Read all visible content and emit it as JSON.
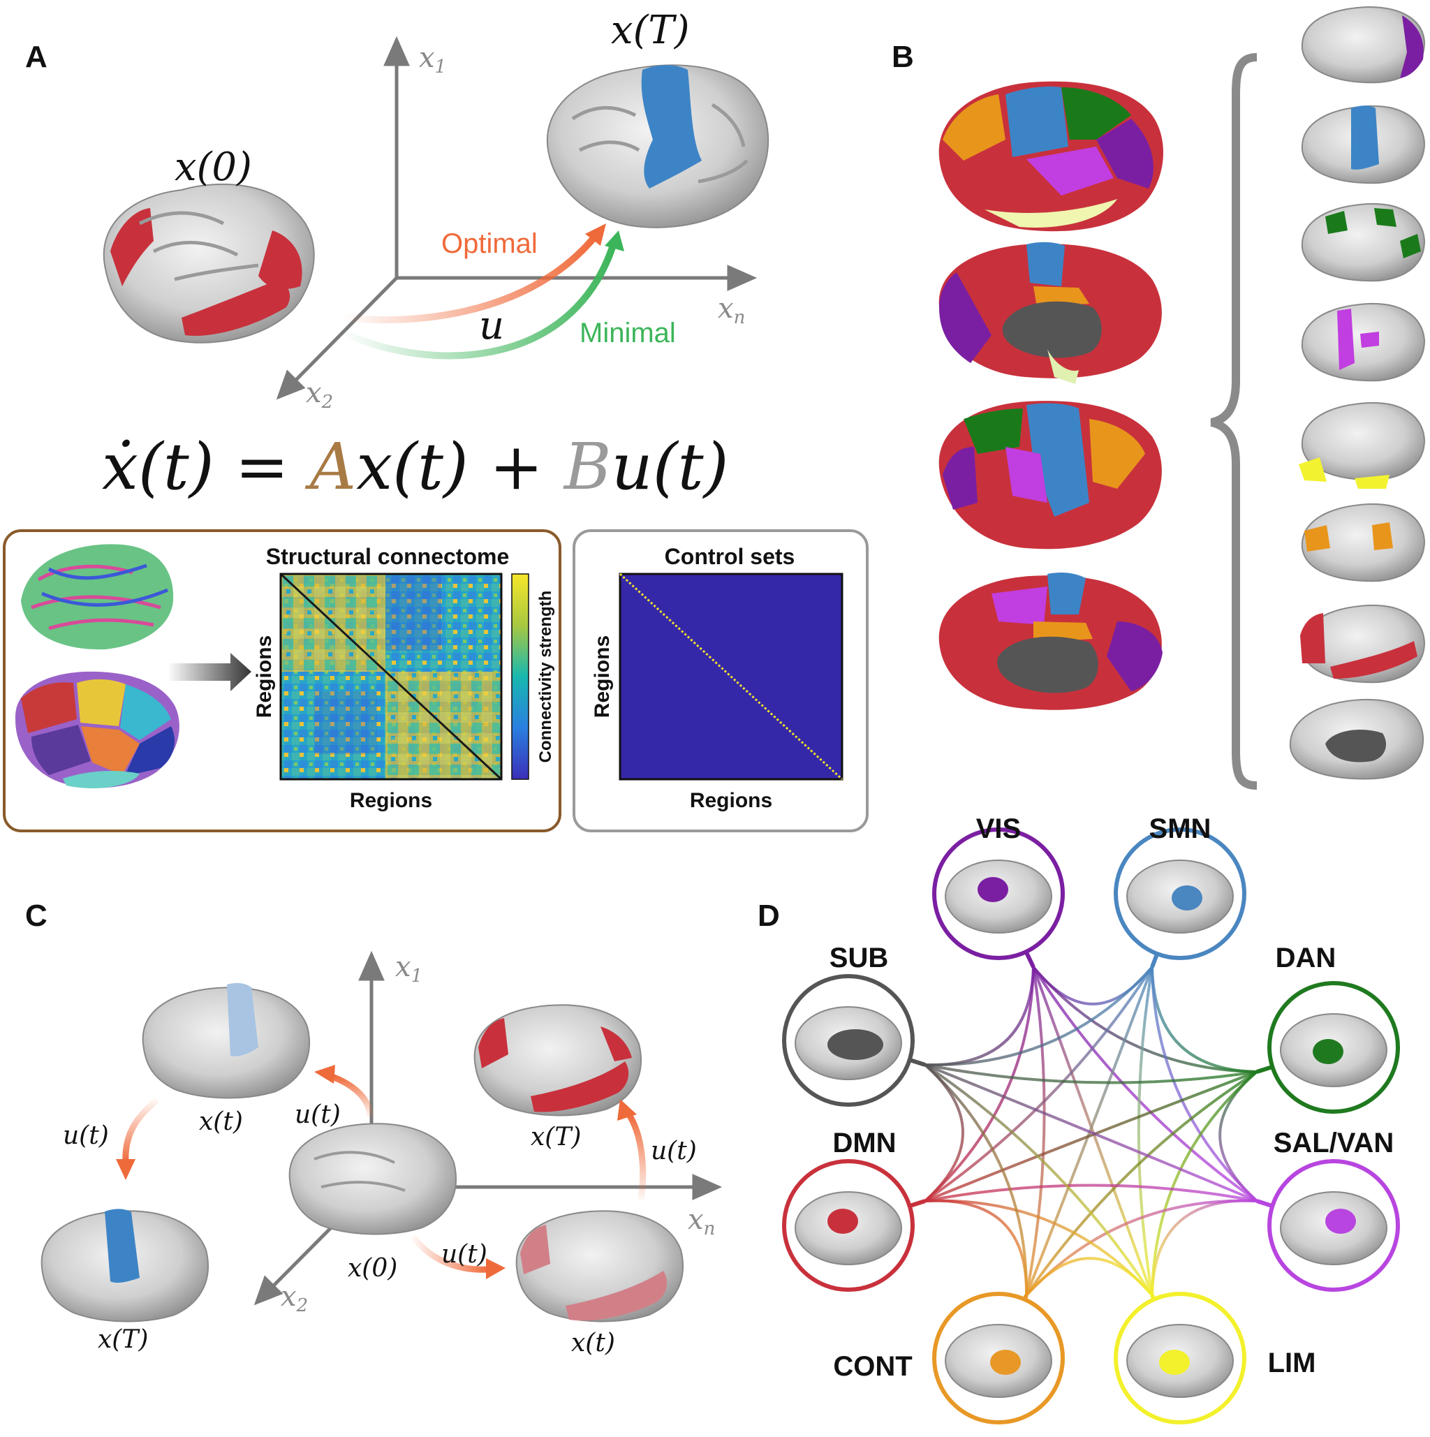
{
  "panels": {
    "a": "A",
    "b": "B",
    "c": "C",
    "d": "D"
  },
  "panel_a": {
    "state_initial": "x(0)",
    "state_target": "x(T)",
    "axis_x1": "x",
    "axis_x1_sub": "1",
    "axis_x2": "x",
    "axis_x2_sub": "2",
    "axis_xn": "x",
    "axis_xn_sub": "n",
    "optimal_label": "Optimal",
    "minimal_label": "Minimal",
    "control_label": "u",
    "equation": {
      "lhs": "ẋ(t)",
      "eq": "=",
      "a": "A",
      "ax": "x(t)",
      "plus": "+",
      "b": "B",
      "bu": "u(t)"
    },
    "connectome_box": {
      "title": "Structural connectome",
      "xlabel": "Regions",
      "ylabel": "Regions",
      "colorbar_label": "Connectivity strength"
    },
    "control_box": {
      "title": "Control sets",
      "xlabel": "Regions",
      "ylabel": "Regions"
    }
  },
  "panel_b": {
    "network_colors": [
      "#7b1fa2",
      "#3d84c6",
      "#1a7a1a",
      "#c13ee0",
      "#f2f230",
      "#e8951c",
      "#c8313c",
      "#555555"
    ]
  },
  "panel_c": {
    "axis_x1": "x",
    "axis_x1_sub": "1",
    "axis_x2": "x",
    "axis_x2_sub": "2",
    "axis_xn": "x",
    "axis_xn_sub": "n",
    "x0": "x(0)",
    "xt_top_left": "x(t)",
    "xT_bottom_left": "x(T)",
    "xT_top_right": "x(T)",
    "xt_bottom_right": "x(t)",
    "u_left": "u(t)",
    "u_center": "u(t)",
    "u_bottom": "u(t)",
    "u_right": "u(t)"
  },
  "panel_d": {
    "networks": [
      {
        "label": "VIS",
        "color": "#7b1fa2"
      },
      {
        "label": "SMN",
        "color": "#4a86c0"
      },
      {
        "label": "DAN",
        "color": "#1f7a1f"
      },
      {
        "label": "SAL/VAN",
        "color": "#b845e0"
      },
      {
        "label": "LIM",
        "color": "#f3f02c"
      },
      {
        "label": "CONT",
        "color": "#e89826"
      },
      {
        "label": "DMN",
        "color": "#c8313c"
      },
      {
        "label": "SUB",
        "color": "#555555"
      }
    ]
  }
}
